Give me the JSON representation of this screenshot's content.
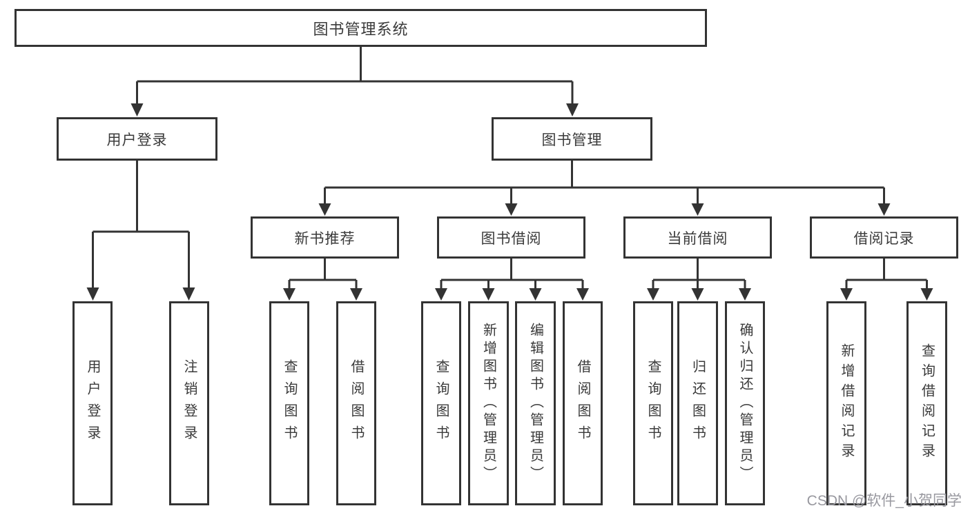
{
  "diagram": {
    "root": {
      "label": "图书管理系统"
    },
    "level2": [
      {
        "label": "用户登录"
      },
      {
        "label": "图书管理"
      }
    ],
    "level3": [
      {
        "label": "新书推荐"
      },
      {
        "label": "图书借阅"
      },
      {
        "label": "当前借阅"
      },
      {
        "label": "借阅记录"
      }
    ],
    "groups": [
      {
        "items": [
          {
            "label": "用户登录"
          },
          {
            "label": "注销登录"
          }
        ]
      },
      {
        "items": [
          {
            "label": "查询图书"
          },
          {
            "label": "借阅图书"
          }
        ]
      },
      {
        "items": [
          {
            "label": "查询图书"
          },
          {
            "label": "新增图书（管理员）"
          },
          {
            "label": "编辑图书（管理员）"
          },
          {
            "label": "借阅图书"
          }
        ]
      },
      {
        "items": [
          {
            "label": "查询图书"
          },
          {
            "label": "归还图书"
          },
          {
            "label": "确认归还（管理员）"
          }
        ]
      },
      {
        "items": [
          {
            "label": "新增借阅记录"
          },
          {
            "label": "查询借阅记录"
          }
        ]
      }
    ]
  },
  "watermark": {
    "text": "CSDN @软件_小贺同学"
  },
  "colors": {
    "line": "#333333",
    "text": "#3a3a3a",
    "background": "#ffffff",
    "watermark": "#98989f"
  }
}
